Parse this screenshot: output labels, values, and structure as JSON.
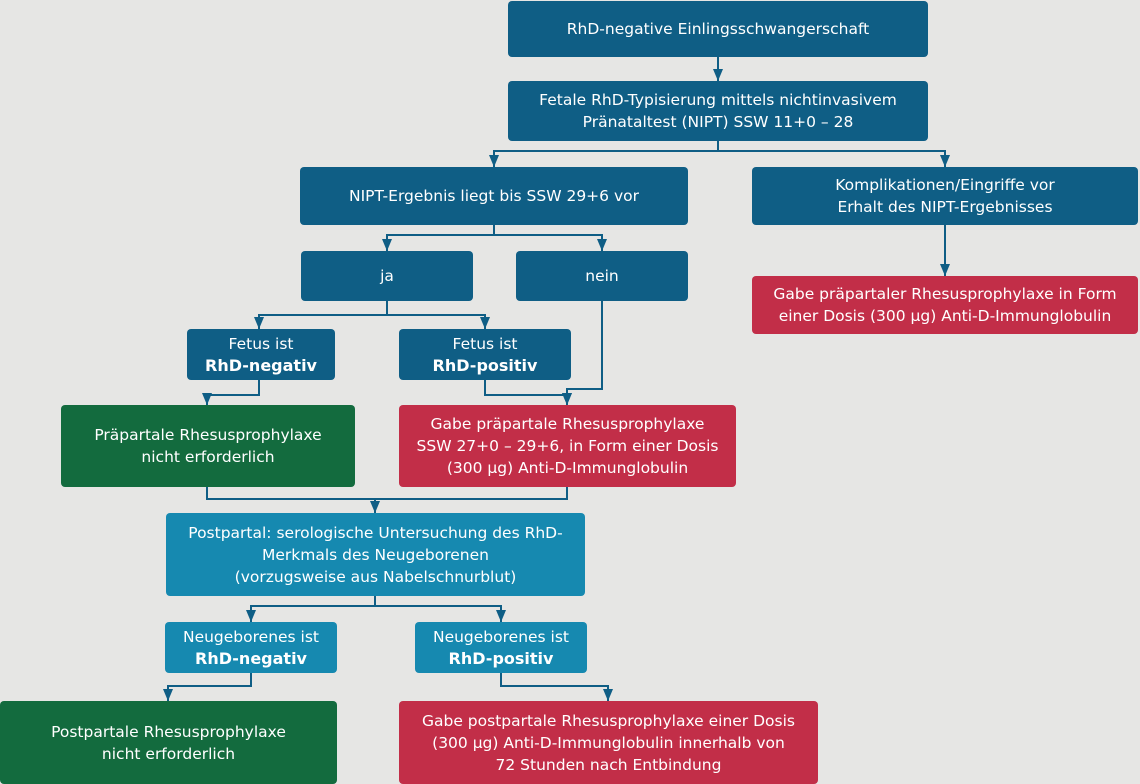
{
  "colors": {
    "dark_blue": "#0f5e85",
    "light_blue": "#1689b0",
    "green": "#136b3e",
    "red": "#c22e48",
    "connector": "#0f5e85",
    "background": "#e6e6e4"
  },
  "nodes": {
    "start": {
      "lines": [
        "RhD-negative Einlingsschwangerschaft"
      ]
    },
    "nipt": {
      "lines": [
        "Fetale RhD-Typisierung mittels nichtinvasivem",
        "Pränataltest (NIPT) SSW 11+0 – 28"
      ]
    },
    "result": {
      "lines": [
        "NIPT-Ergebnis liegt bis SSW 29+6 vor"
      ]
    },
    "complications": {
      "lines": [
        "Komplikationen/Eingriffe vor",
        "Erhalt des NIPT-Ergebnisses"
      ]
    },
    "prophylaxis_dose": {
      "lines": [
        "Gabe präpartaler Rhesusprophylaxe in Form",
        "einer Dosis (300 µg) Anti-D-Immunglobulin"
      ]
    },
    "yes": {
      "lines": [
        "ja"
      ]
    },
    "no": {
      "lines": [
        "nein"
      ]
    },
    "fetus_negative": {
      "lines": [
        "Fetus ist",
        "RhD-negativ"
      ]
    },
    "fetus_positive": {
      "lines": [
        "Fetus ist",
        "RhD-positiv"
      ]
    },
    "prepartal_not_required": {
      "lines": [
        "Präpartale Rhesusprophylaxe",
        "nicht erforderlich"
      ]
    },
    "prepartal_prophylaxis": {
      "lines": [
        "Gabe präpartale Rhesusprophylaxe",
        "SSW 27+0 – 29+6, in Form einer Dosis",
        "(300 µg) Anti-D-Immunglobulin"
      ]
    },
    "postpartal_test": {
      "lines": [
        "Postpartal: serologische Untersuchung des RhD-",
        "Merkmals des Neugeborenen",
        "(vorzugsweise aus Nabelschnurblut)"
      ]
    },
    "newborn_negative": {
      "lines": [
        "Neugeborenes ist",
        "RhD-negativ"
      ]
    },
    "newborn_positive": {
      "lines": [
        "Neugeborenes ist",
        "RhD-positiv"
      ]
    },
    "postpartal_not_required": {
      "lines": [
        "Postpartale Rhesusprophylaxe",
        "nicht erforderlich"
      ]
    },
    "postpartal_prophylaxis": {
      "lines": [
        "Gabe postpartale Rhesusprophylaxe einer Dosis",
        "(300 µg) Anti-D-Immunglobulin innerhalb von",
        "72 Stunden nach Entbindung"
      ]
    }
  },
  "edges": [
    {
      "from": "start",
      "to": "nipt"
    },
    {
      "from": "nipt",
      "to": "result"
    },
    {
      "from": "nipt",
      "to": "complications"
    },
    {
      "from": "complications",
      "to": "prophylaxis_dose"
    },
    {
      "from": "result",
      "to": "yes"
    },
    {
      "from": "result",
      "to": "no"
    },
    {
      "from": "yes",
      "to": "fetus_negative"
    },
    {
      "from": "yes",
      "to": "fetus_positive"
    },
    {
      "from": "no",
      "to": "prepartal_prophylaxis"
    },
    {
      "from": "fetus_negative",
      "to": "prepartal_not_required"
    },
    {
      "from": "fetus_positive",
      "to": "prepartal_prophylaxis"
    },
    {
      "from": "prepartal_not_required",
      "to": "postpartal_test"
    },
    {
      "from": "prepartal_prophylaxis",
      "to": "postpartal_test"
    },
    {
      "from": "postpartal_test",
      "to": "newborn_negative"
    },
    {
      "from": "postpartal_test",
      "to": "newborn_positive"
    },
    {
      "from": "newborn_negative",
      "to": "postpartal_not_required"
    },
    {
      "from": "newborn_positive",
      "to": "postpartal_prophylaxis"
    }
  ]
}
